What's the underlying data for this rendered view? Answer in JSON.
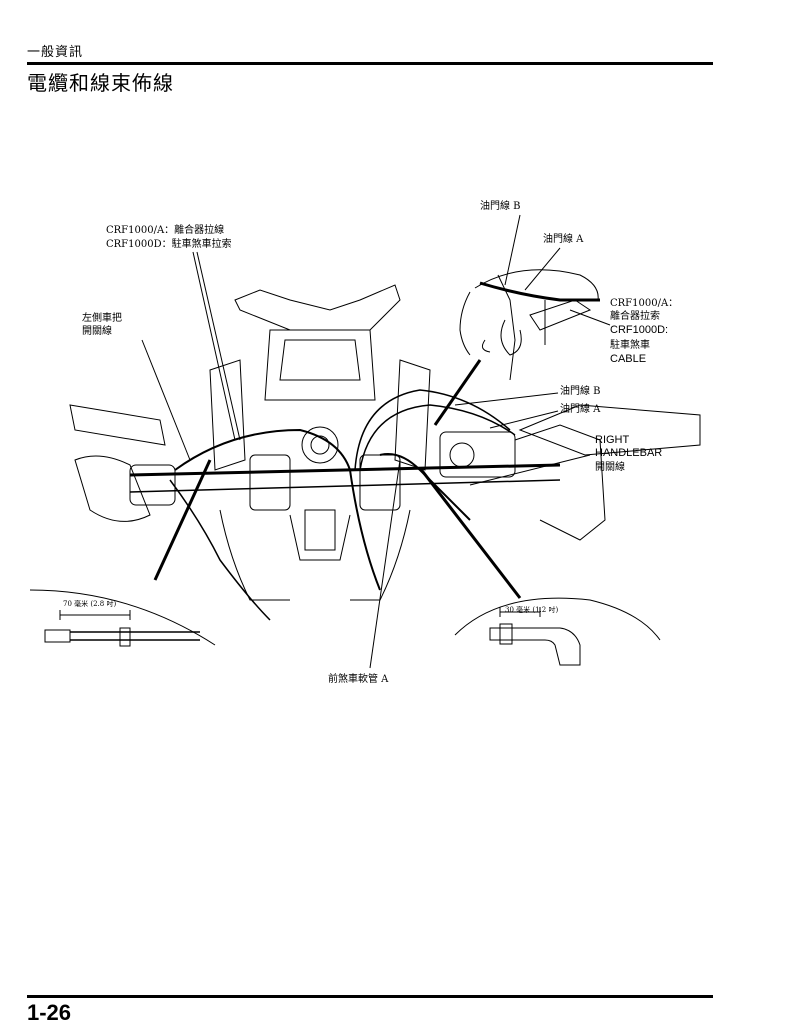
{
  "header": {
    "section_label": "一般資訊",
    "title": "電纜和線束佈線"
  },
  "diagram": {
    "callouts": {
      "throttle_b_top": "油門線 B",
      "throttle_a_top": "油門線 A",
      "crf_clutch_line1": "CRF1000/A：離合器拉線",
      "crf_clutch_line2": "CRF1000D：駐車煞車拉索",
      "left_switch_line1": "左側車把",
      "left_switch_line2": "開關線",
      "inset_crf_line1": "CRF1000/A：",
      "inset_crf_line2": "離合器拉索",
      "inset_crf_line3": "CRF1000D:",
      "inset_crf_line4": "駐車煞車",
      "inset_crf_line5": "CABLE",
      "throttle_b_mid": "油門線 B",
      "throttle_a_mid": "油門線 A",
      "right_switch_line1": "RIGHT",
      "right_switch_line2": "HANDLEBAR",
      "right_switch_line3": "開關線",
      "dim_left": "70 毫米 (2.8 吋)",
      "dim_right": "30 毫米 (1.2 吋)",
      "front_brake_hose": "前煞車軟管 A"
    }
  },
  "footer": {
    "page_number": "1-26"
  }
}
